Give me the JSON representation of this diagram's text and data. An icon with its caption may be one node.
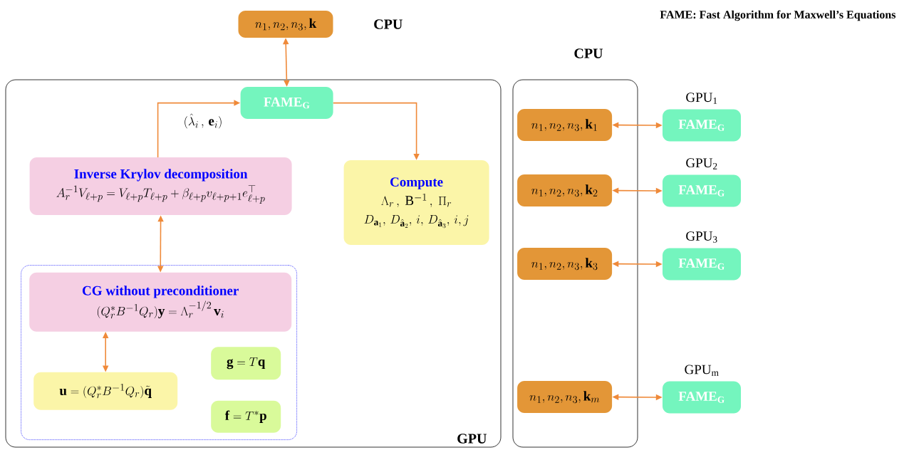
{
  "diagram": {
    "title": "FAME: Fast Algorithm for Maxwell’s Equations",
    "nodes": [
      {
        "text": [
          "n_1, n_2, n_3, \\mathbf{k}"
        ],
        "beside": [
          "CPU"
        ]
      },
      {
        "text": [
          "GPU"
        ]
      },
      {
        "text": [
          "FAME$_{G}$"
        ],
        "in": 1
      },
      {
        "text": [
          "Inverse Krylov decomposition",
          "A_r^{-1}V_{\\ell+p} = V_{\\ell+p}T_{\\ell+p} + \\beta_{\\ell+p}v_{\\ell+p+1}e_{\\ell+p}^{\\top}"
        ],
        "in": 1
      },
      {
        "text": [
          "Compute",
          "\\Lambda_r\\,,\\ \\mathrm{B}^{-1}\\,,\\ \\Pi_r",
          "D_{\\mathbf{a}_1},\\, D_{\\hat{\\mathbf{a}}_2},\\, i,\\, D_{\\hat{\\mathbf{a}}_3},\\, i, j"
        ],
        "in": 1
      },
      {
        "text": [],
        "shape": "box",
        "in": 1
      },
      {
        "text": [
          "CG without preconditioner",
          "(Q_r^{*}B^{-1}Q_r)\\mathbf{y} = \\Lambda_r^{-1/2}\\,\\mathbf{v}_i"
        ],
        "in": 5
      },
      {
        "text": [
          "\\mathbf{u} = (Q_r^{*}B^{-1}Q_r)\\tilde{\\mathbf{q}}"
        ],
        "in": 5
      },
      {
        "text": [
          "\\mathbf{g} = T\\mathbf{q}"
        ],
        "in": 5
      },
      {
        "text": [
          "\\mathbf{f} = T^{*}\\mathbf{p}"
        ],
        "in": 5
      },
      {
        "text": [
          "CPU"
        ]
      },
      {
        "text": [
          "n_1, n_2, n_3, \\mathbf{k}_1"
        ],
        "in": 10
      },
      {
        "text": [
          "n_1, n_2, n_3, \\mathbf{k}_2"
        ],
        "in": 10
      },
      {
        "text": [
          "n_1, n_2, n_3, \\mathbf{k}_3"
        ],
        "in": 10
      },
      {
        "text": [
          "n_1, n_2, n_3, \\mathbf{k}_m"
        ],
        "in": 10
      },
      {
        "text": [
          "FAME$_{G}$"
        ],
        "beside": [
          "GPU$_{1}$"
        ]
      },
      {
        "text": [
          "FAME$_{G}$"
        ],
        "beside": [
          "GPU$_{2}$"
        ]
      },
      {
        "text": [
          "FAME$_{G}$"
        ],
        "beside": [
          "GPU$_{3}$"
        ]
      },
      {
        "text": [
          "FAME$_{G}$"
        ],
        "beside": [
          "GPU$_{m}$"
        ]
      }
    ],
    "edges": [
      {
        "from": 0,
        "to": 2,
        "arrow": "both"
      },
      {
        "from": 3,
        "to": 2,
        "arrow": "to",
        "label": "(\\hat{\\lambda}_i\\,,\\,\\mathbf{e}_i)"
      },
      {
        "from": 2,
        "to": 4,
        "arrow": "to"
      },
      {
        "from": 3,
        "to": 6,
        "arrow": "both"
      },
      {
        "from": 6,
        "to": 7,
        "arrow": "both"
      },
      {
        "from": 11,
        "to": 15,
        "arrow": "both"
      },
      {
        "from": 12,
        "to": 16,
        "arrow": "both"
      },
      {
        "from": 13,
        "to": 17,
        "arrow": "both"
      },
      {
        "from": 14,
        "to": 18,
        "arrow": "both"
      }
    ]
  }
}
